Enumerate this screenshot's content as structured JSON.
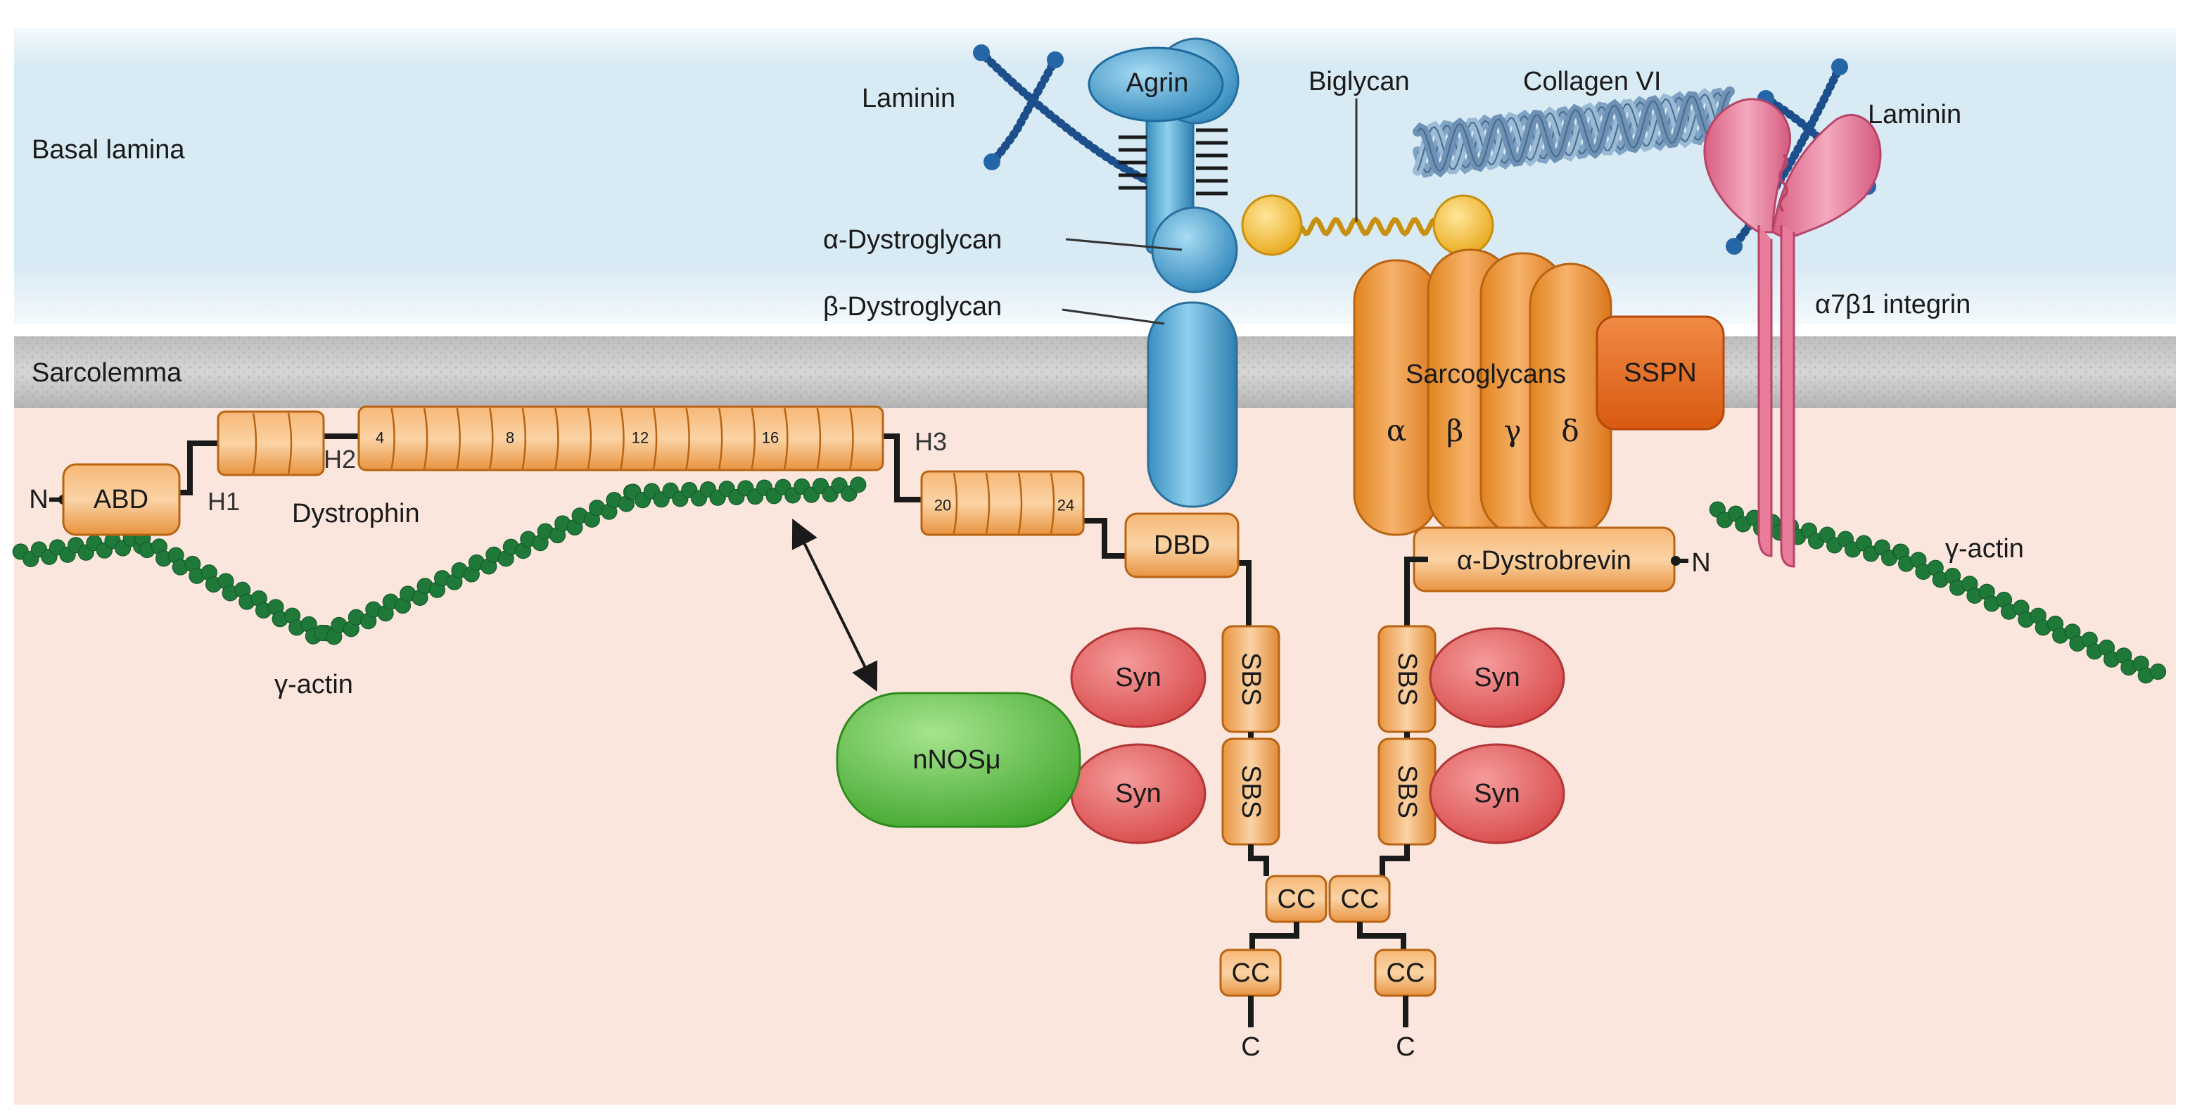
{
  "regions": {
    "basal_lamina": "Basal lamina",
    "sarcolemma": "Sarcolemma"
  },
  "labels": {
    "laminin_left": "Laminin",
    "laminin_right": "Laminin",
    "agrin": "Agrin",
    "biglycan": "Biglycan",
    "collagen": "Collagen VI",
    "alpha_dg": "α-Dystroglycan",
    "beta_dg": "β-Dystroglycan",
    "integrin": "α7β1 integrin",
    "sarcoglycans": "Sarcoglycans",
    "sg_alpha": "α",
    "sg_beta": "β",
    "sg_gamma": "γ",
    "sg_delta": "δ",
    "sspn": "SSPN",
    "n_left": "N",
    "abd": "ABD",
    "h1": "H1",
    "h2": "H2",
    "h3": "H3",
    "seg4": "4",
    "seg8": "8",
    "seg12": "12",
    "seg16": "16",
    "seg20": "20",
    "seg24": "24",
    "dystrophin": "Dystrophin",
    "dbd": "DBD",
    "dystrobrevin": "α-Dystrobrevin",
    "n_right": "N",
    "gamma_actin_left": "γ-actin",
    "gamma_actin_right": "γ-actin",
    "syn1": "Syn",
    "syn2": "Syn",
    "syn3": "Syn",
    "syn4": "Syn",
    "sbs1": "SBS",
    "sbs2": "SBS",
    "sbs3": "SBS",
    "sbs4": "SBS",
    "nnos": "nNOSμ",
    "cc1": "CC",
    "cc2": "CC",
    "cc3": "CC",
    "cc4": "CC",
    "c_left": "C",
    "c_right": "C"
  },
  "colors": {
    "basal_lamina": "#d9ebf4",
    "sarcolemma": "#c9c9c9",
    "cytoplasm": "#fbe6de",
    "dystroglycan": "#4ea9d3",
    "dystrophin": "#f2a354",
    "sarcoglycan": "#eb8c2a",
    "sspn": "#e8671c",
    "integrin": "#e97b9b",
    "laminin": "#1c4f8c",
    "collagen": "#8fb2cf",
    "biglycan": "#f4c13a",
    "actin": "#1f7a3a",
    "syn": "#e85a5a",
    "nnos": "#5bbf3d",
    "dystrobrevin": "#f29a63"
  }
}
